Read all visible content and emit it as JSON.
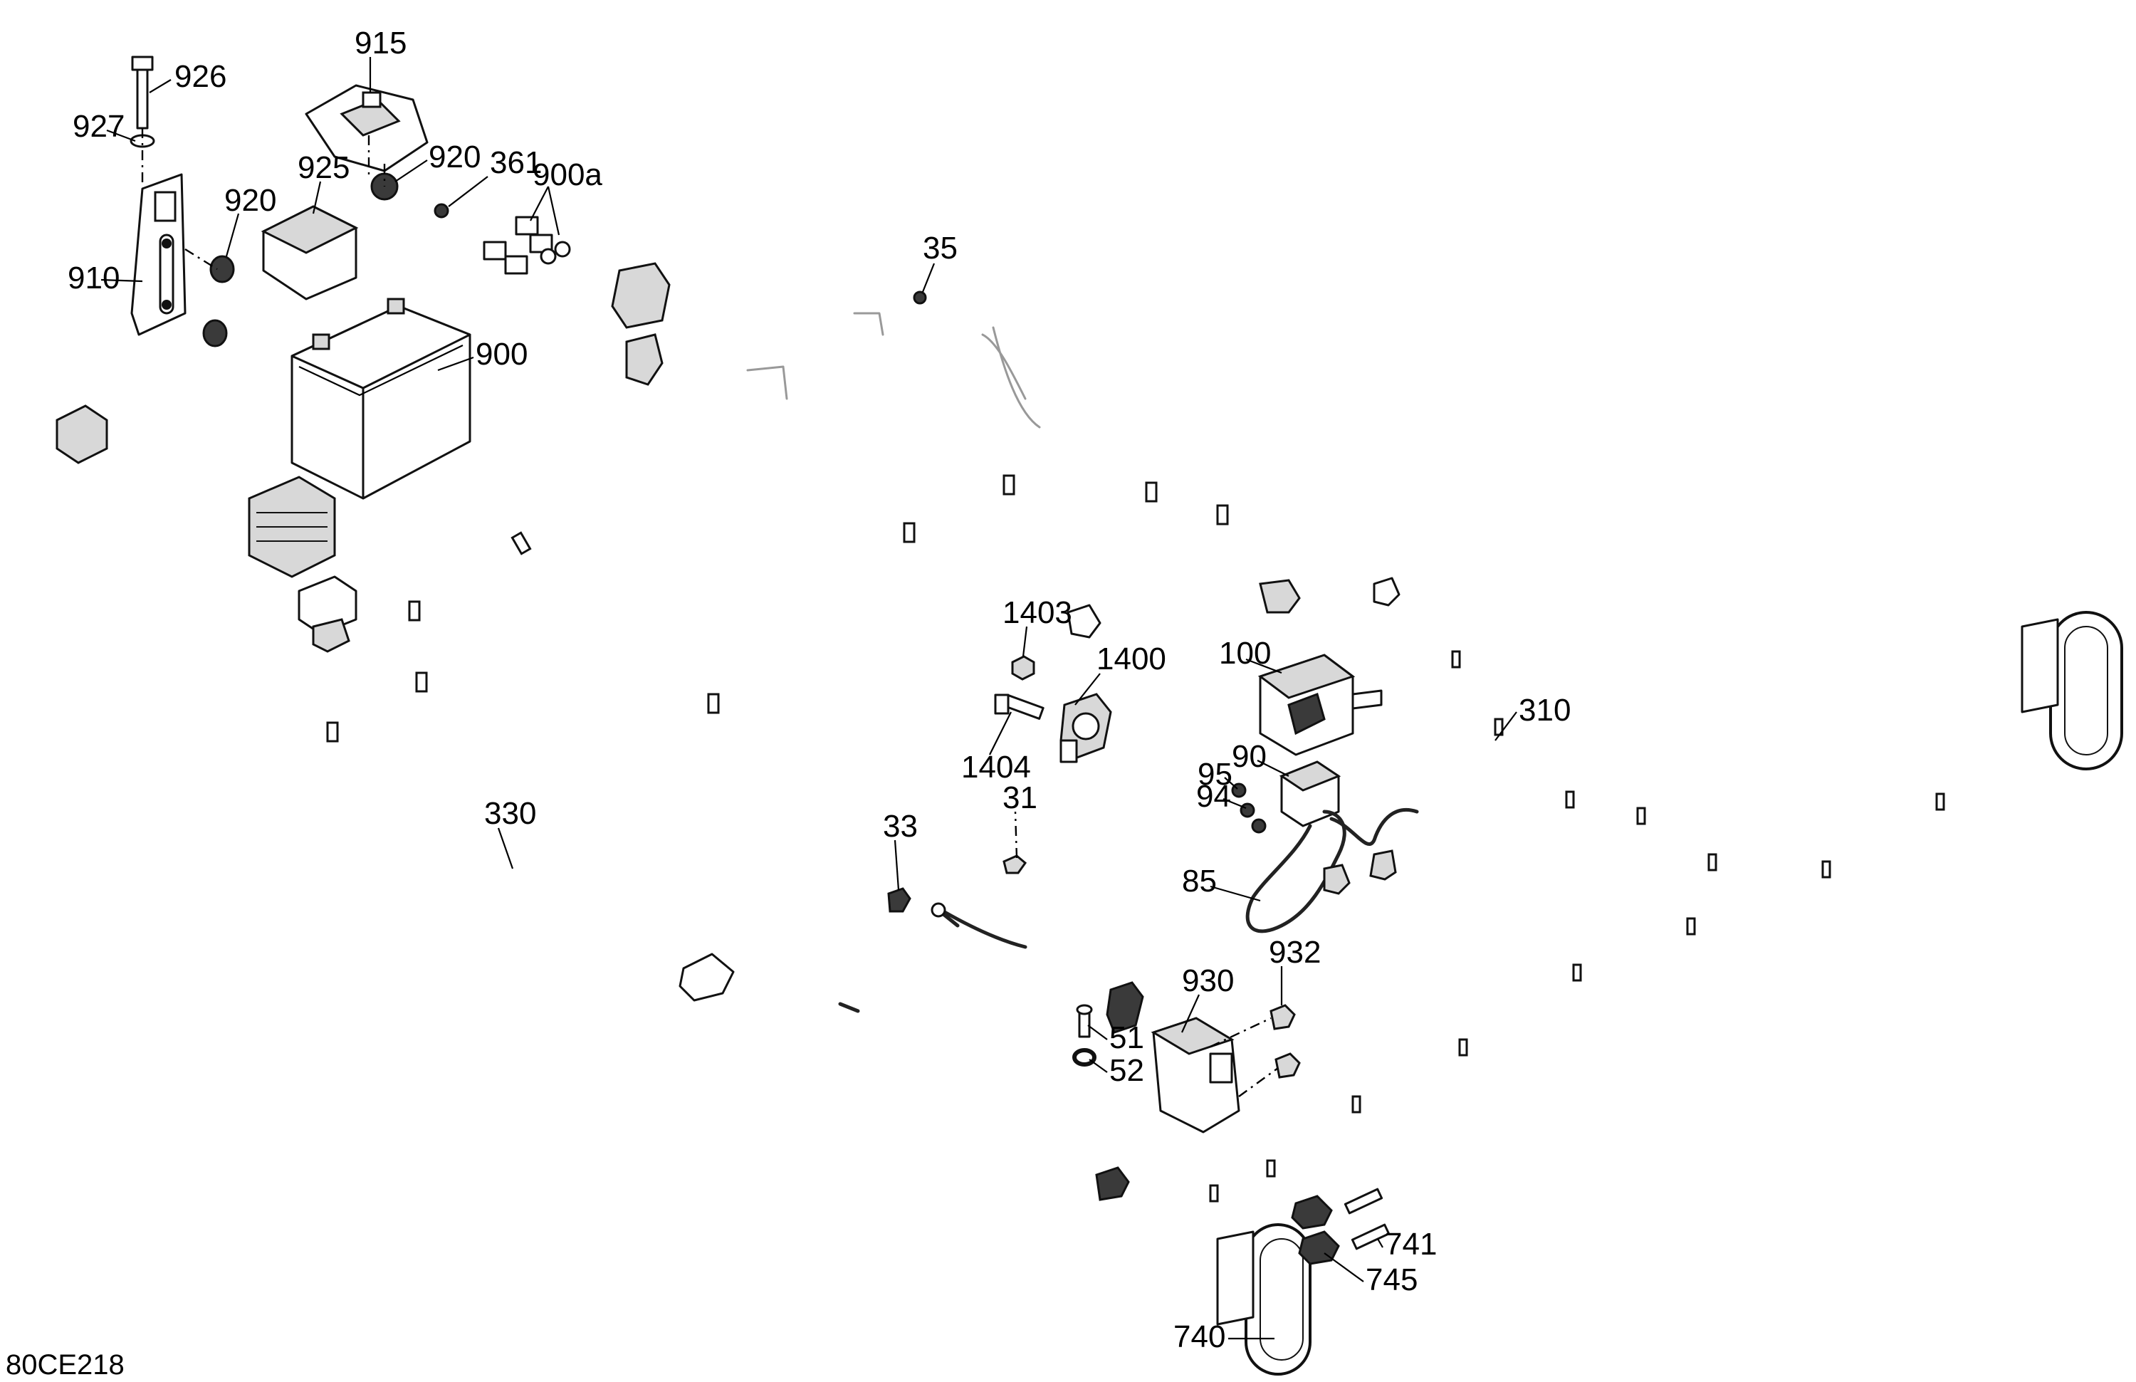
{
  "diagram_code": "80CE218",
  "callouts": [
    {
      "id": "c926",
      "label": "926"
    },
    {
      "id": "c927",
      "label": "927"
    },
    {
      "id": "c915",
      "label": "915"
    },
    {
      "id": "c920a",
      "label": "920"
    },
    {
      "id": "c925",
      "label": "925"
    },
    {
      "id": "c361",
      "label": "361"
    },
    {
      "id": "c900a",
      "label": "900a"
    },
    {
      "id": "c920b",
      "label": "920"
    },
    {
      "id": "c910",
      "label": "910"
    },
    {
      "id": "c900",
      "label": "900"
    },
    {
      "id": "c35",
      "label": "35"
    },
    {
      "id": "c1403",
      "label": "1403"
    },
    {
      "id": "c1400",
      "label": "1400"
    },
    {
      "id": "c1404",
      "label": "1404"
    },
    {
      "id": "c100",
      "label": "100"
    },
    {
      "id": "c90",
      "label": "90"
    },
    {
      "id": "c95",
      "label": "95"
    },
    {
      "id": "c94",
      "label": "94"
    },
    {
      "id": "c85",
      "label": "85"
    },
    {
      "id": "c310",
      "label": "310"
    },
    {
      "id": "c330",
      "label": "330"
    },
    {
      "id": "c33",
      "label": "33"
    },
    {
      "id": "c31",
      "label": "31"
    },
    {
      "id": "c932",
      "label": "932"
    },
    {
      "id": "c930",
      "label": "930"
    },
    {
      "id": "c51",
      "label": "51"
    },
    {
      "id": "c52",
      "label": "52"
    },
    {
      "id": "c741",
      "label": "741"
    },
    {
      "id": "c745",
      "label": "745"
    },
    {
      "id": "c740",
      "label": "740"
    }
  ]
}
